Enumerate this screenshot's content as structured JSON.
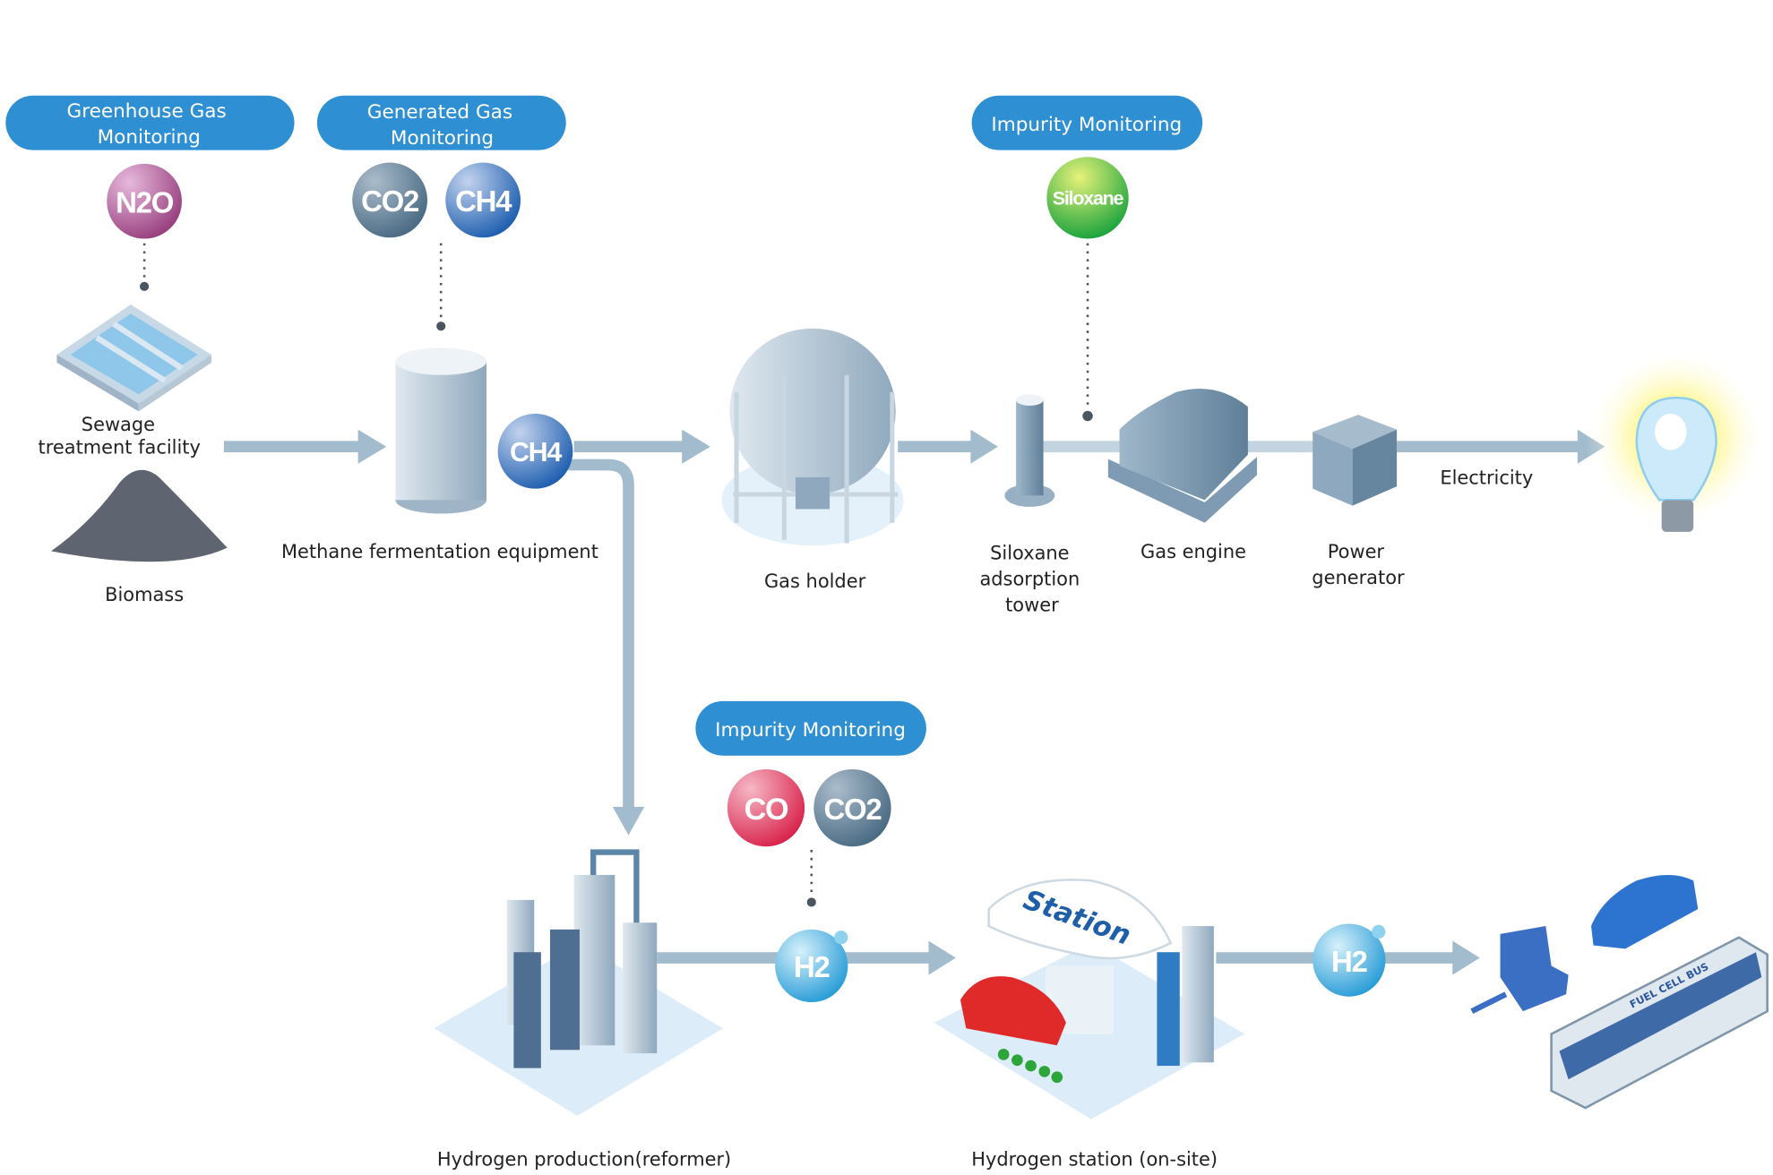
{
  "colors": {
    "pill": "#2f8fd3",
    "flow_arrow": "#a3bccd",
    "n2o": "#a9589a",
    "co2": "#5f7c93",
    "ch4": "#2d6fbf",
    "siloxane": "#2aa83a",
    "co": "#e0405e",
    "h2": "#2ba4dc"
  },
  "monitoring": {
    "greenhouse": {
      "line1": "Greenhouse Gas",
      "line2": "Monitoring",
      "gases": [
        "N2O"
      ]
    },
    "generated": {
      "line1": "Generated Gas",
      "line2": "Monitoring",
      "gases": [
        "CO2",
        "CH4"
      ]
    },
    "impurity_top": {
      "label": "Impurity Monitoring",
      "gases": [
        "Siloxane"
      ]
    },
    "impurity_bottom": {
      "label": "Impurity Monitoring",
      "gases": [
        "CO",
        "CO2"
      ]
    }
  },
  "flow_gases": {
    "methane": "CH4",
    "hydrogen_1": "H2",
    "hydrogen_2": "H2"
  },
  "labels": {
    "sewage_1": "Sewage",
    "sewage_2": "treatment facility",
    "biomass": "Biomass",
    "methane_fermentation": "Methane fermentation equipment",
    "gas_holder": "Gas holder",
    "siloxane_1": "Siloxane",
    "siloxane_2": "adsorption",
    "siloxane_3": "tower",
    "gas_engine": "Gas engine",
    "power_1": "Power",
    "power_2": "generator",
    "electricity": "Electricity",
    "hydrogen_production": "Hydrogen production(reformer)",
    "hydrogen_station": "Hydrogen station (on-site)",
    "station_sign": "Station",
    "bus_sign": "FUEL CELL BUS"
  }
}
